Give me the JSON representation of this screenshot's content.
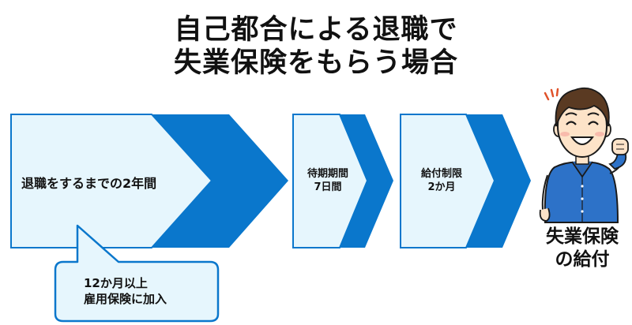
{
  "title": {
    "line1": "自己都合による退職で",
    "line2": "失業保険をもらう場合"
  },
  "steps": [
    {
      "label": "退職をするまでの2年間"
    },
    {
      "label_line1": "待期期間",
      "label_line2": "7日間"
    },
    {
      "label_line1": "給付制限",
      "label_line2": "2か月"
    }
  ],
  "callout": {
    "line1": "12か月以上",
    "line2": "雇用保険に加入"
  },
  "result": {
    "line1": "失業保険",
    "line2": "の給付"
  },
  "colors": {
    "arrow_fill": "#0a77cc",
    "box_fill": "#e6f6fd",
    "box_border": "#0a77cc",
    "skin": "#fde3c8",
    "hair": "#5a3a22",
    "shirt": "#2d72c8"
  },
  "icons": {
    "character": "happy-man-fist-pump"
  }
}
